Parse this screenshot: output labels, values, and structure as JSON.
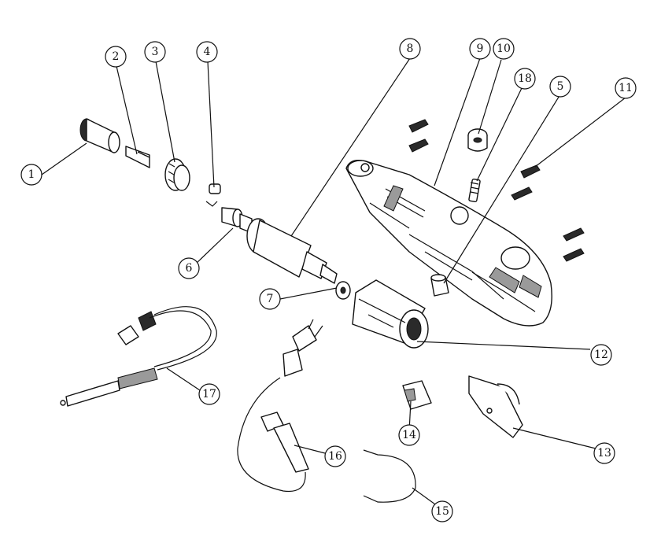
{
  "parts": [
    {
      "num": "1"
    },
    {
      "num": "2"
    },
    {
      "num": "3"
    },
    {
      "num": "4"
    },
    {
      "num": "5"
    },
    {
      "num": "6"
    },
    {
      "num": "7"
    },
    {
      "num": "8"
    },
    {
      "num": "9"
    },
    {
      "num": "10"
    },
    {
      "num": "11"
    },
    {
      "num": "12"
    },
    {
      "num": "13"
    },
    {
      "num": "14"
    },
    {
      "num": "15"
    },
    {
      "num": "16"
    },
    {
      "num": "17"
    },
    {
      "num": "18"
    }
  ],
  "colors": {
    "ink": "#111111",
    "background": "#ffffff",
    "shade": "#9a9a9a"
  }
}
